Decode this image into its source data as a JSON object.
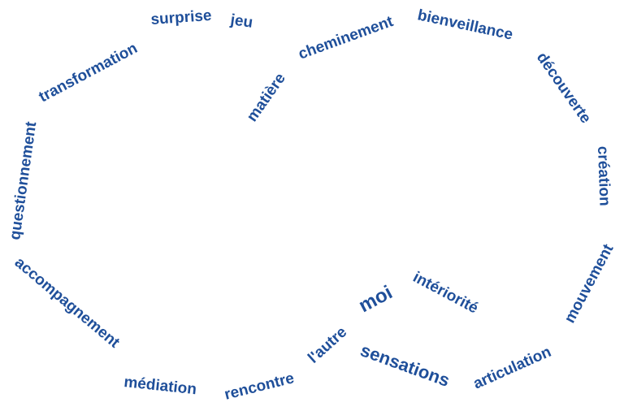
{
  "words": {
    "jeu": "jeu",
    "surprise": "surprise",
    "transformation": "transformation",
    "questionnement": "questionnement",
    "accompagnement": "accompagnement",
    "mediation": "médiation",
    "rencontre": "rencontre",
    "l_autre": "l'autre",
    "moi": "moi",
    "interiorite": "intériorité",
    "sensations": "sensations",
    "articulation": "articulation",
    "mouvement": "mouvement",
    "creation": "création",
    "decouverte": "découverte",
    "bienveillance": "bienveillance",
    "cheminement": "cheminement",
    "matiere": "matière"
  },
  "colors": {
    "text": "#1f4f9a",
    "background": "#ffffff"
  }
}
